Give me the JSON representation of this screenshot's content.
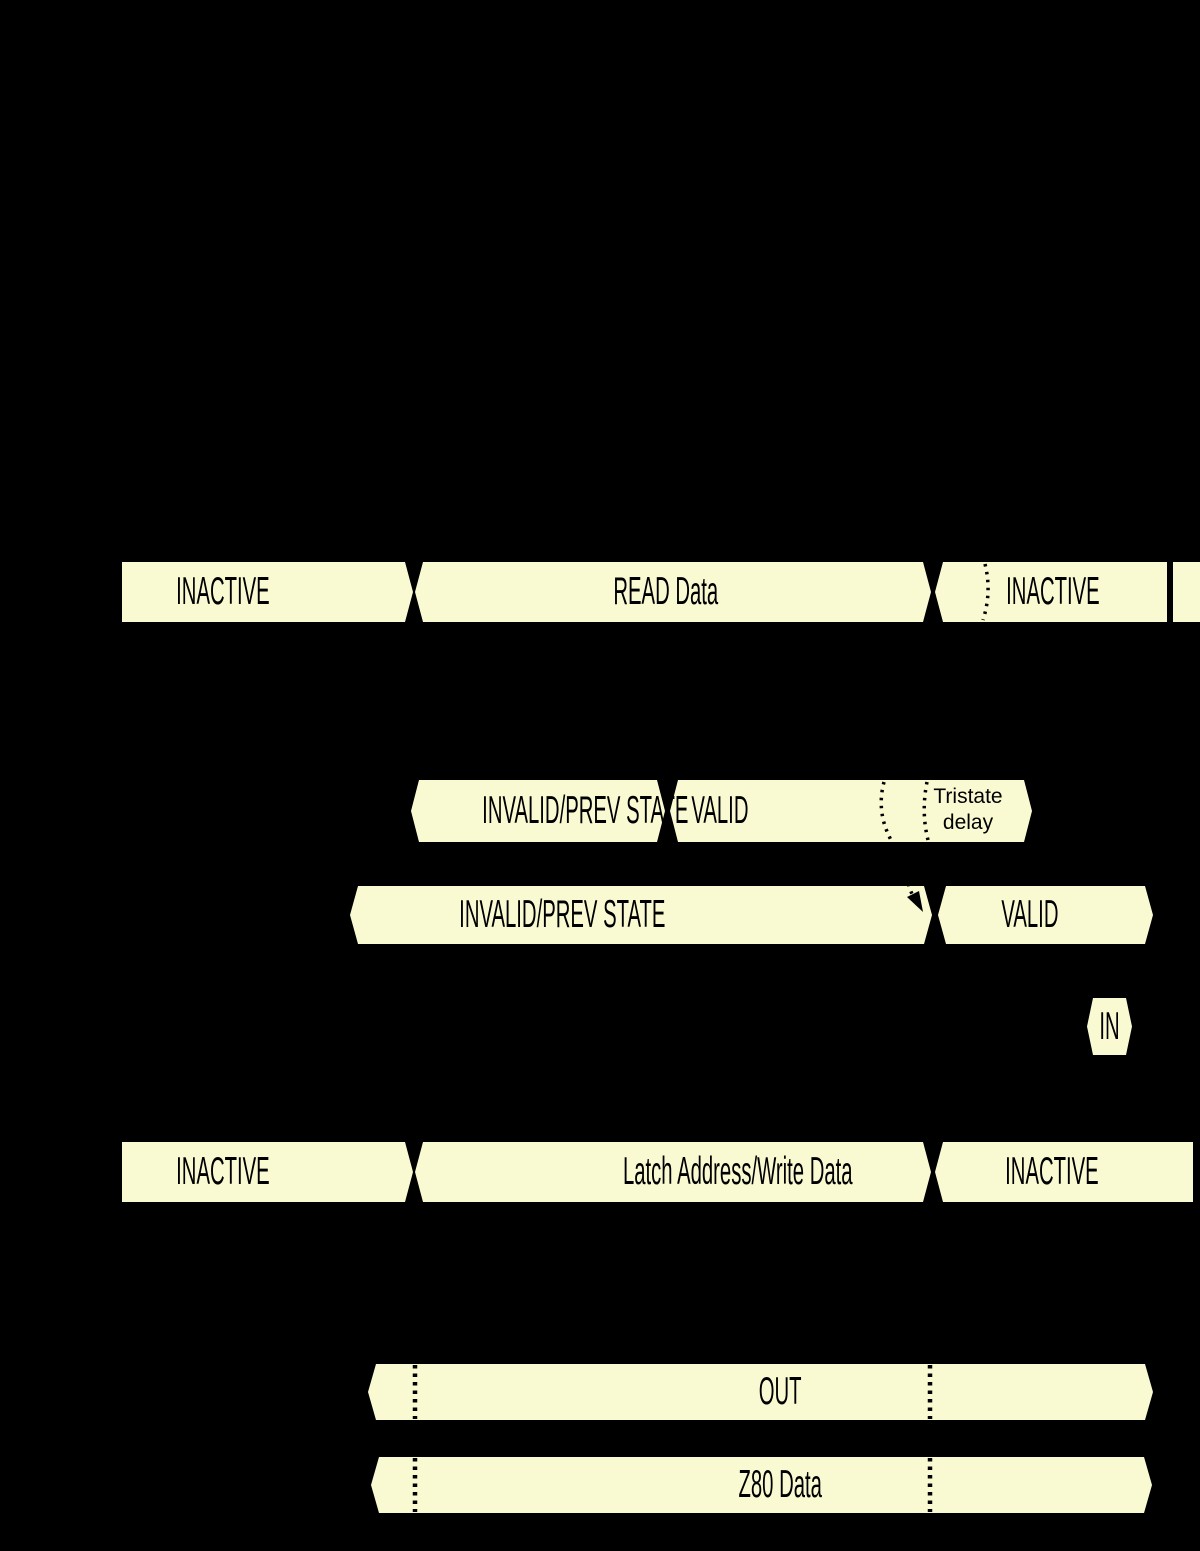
{
  "colors": {
    "background": "#000000",
    "bar_fill": "#fafad2",
    "ink": "#000000"
  },
  "signals": {
    "row1": {
      "seg1": "INACTIVE",
      "seg2": "READ Data",
      "seg3": "INACTIVE"
    },
    "row2": {
      "seg1": "INVALID/PREV STATE",
      "seg2": "VALID"
    },
    "row2_annotation": {
      "line1": "Tristate",
      "line2": "delay"
    },
    "row3": {
      "seg1": "INVALID/PREV STATE",
      "seg2": "VALID"
    },
    "row4": {
      "label": "IN"
    },
    "row5": {
      "seg1": "INACTIVE",
      "seg2": "Latch Address/Write Data",
      "seg3": "INACTIVE"
    },
    "row6": {
      "label": "OUT"
    },
    "row7": {
      "label": "Z80 Data"
    }
  }
}
